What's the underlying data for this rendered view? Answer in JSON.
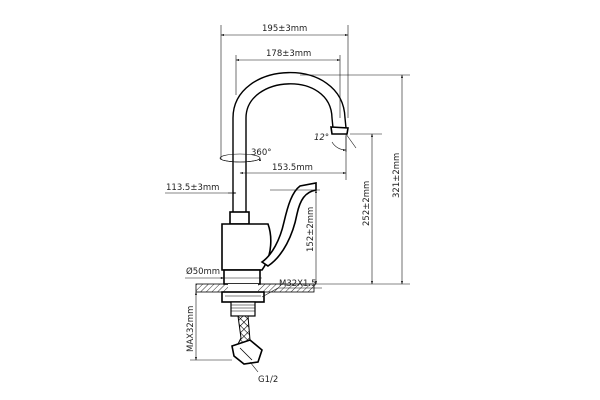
{
  "dimensions": {
    "width_overall": "195±3mm",
    "width_spout": "178±3mm",
    "angle_spout": "12°",
    "rotation": "360°",
    "reach": "153.5mm",
    "lever_height": "113.5±3mm",
    "body_height": "152±2mm",
    "outlet_height": "252±2mm",
    "total_height": "321±2mm",
    "base_diameter": "Ø50mm",
    "thread": "M32X1.5",
    "max_deck": "MAX32mm",
    "hose_thread": "G1/2"
  }
}
